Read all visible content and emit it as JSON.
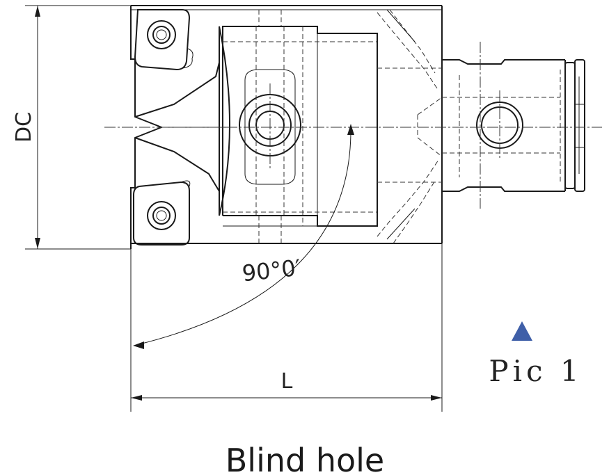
{
  "labels": {
    "dc": "DC",
    "angle": "90°0′",
    "length": "L",
    "picture": "Pic 1",
    "caption": "Blind hole"
  },
  "colors": {
    "marker": "#3f5fa8",
    "line": "#1a1a1a"
  },
  "icons": {
    "marker": "triangle-up-icon"
  }
}
